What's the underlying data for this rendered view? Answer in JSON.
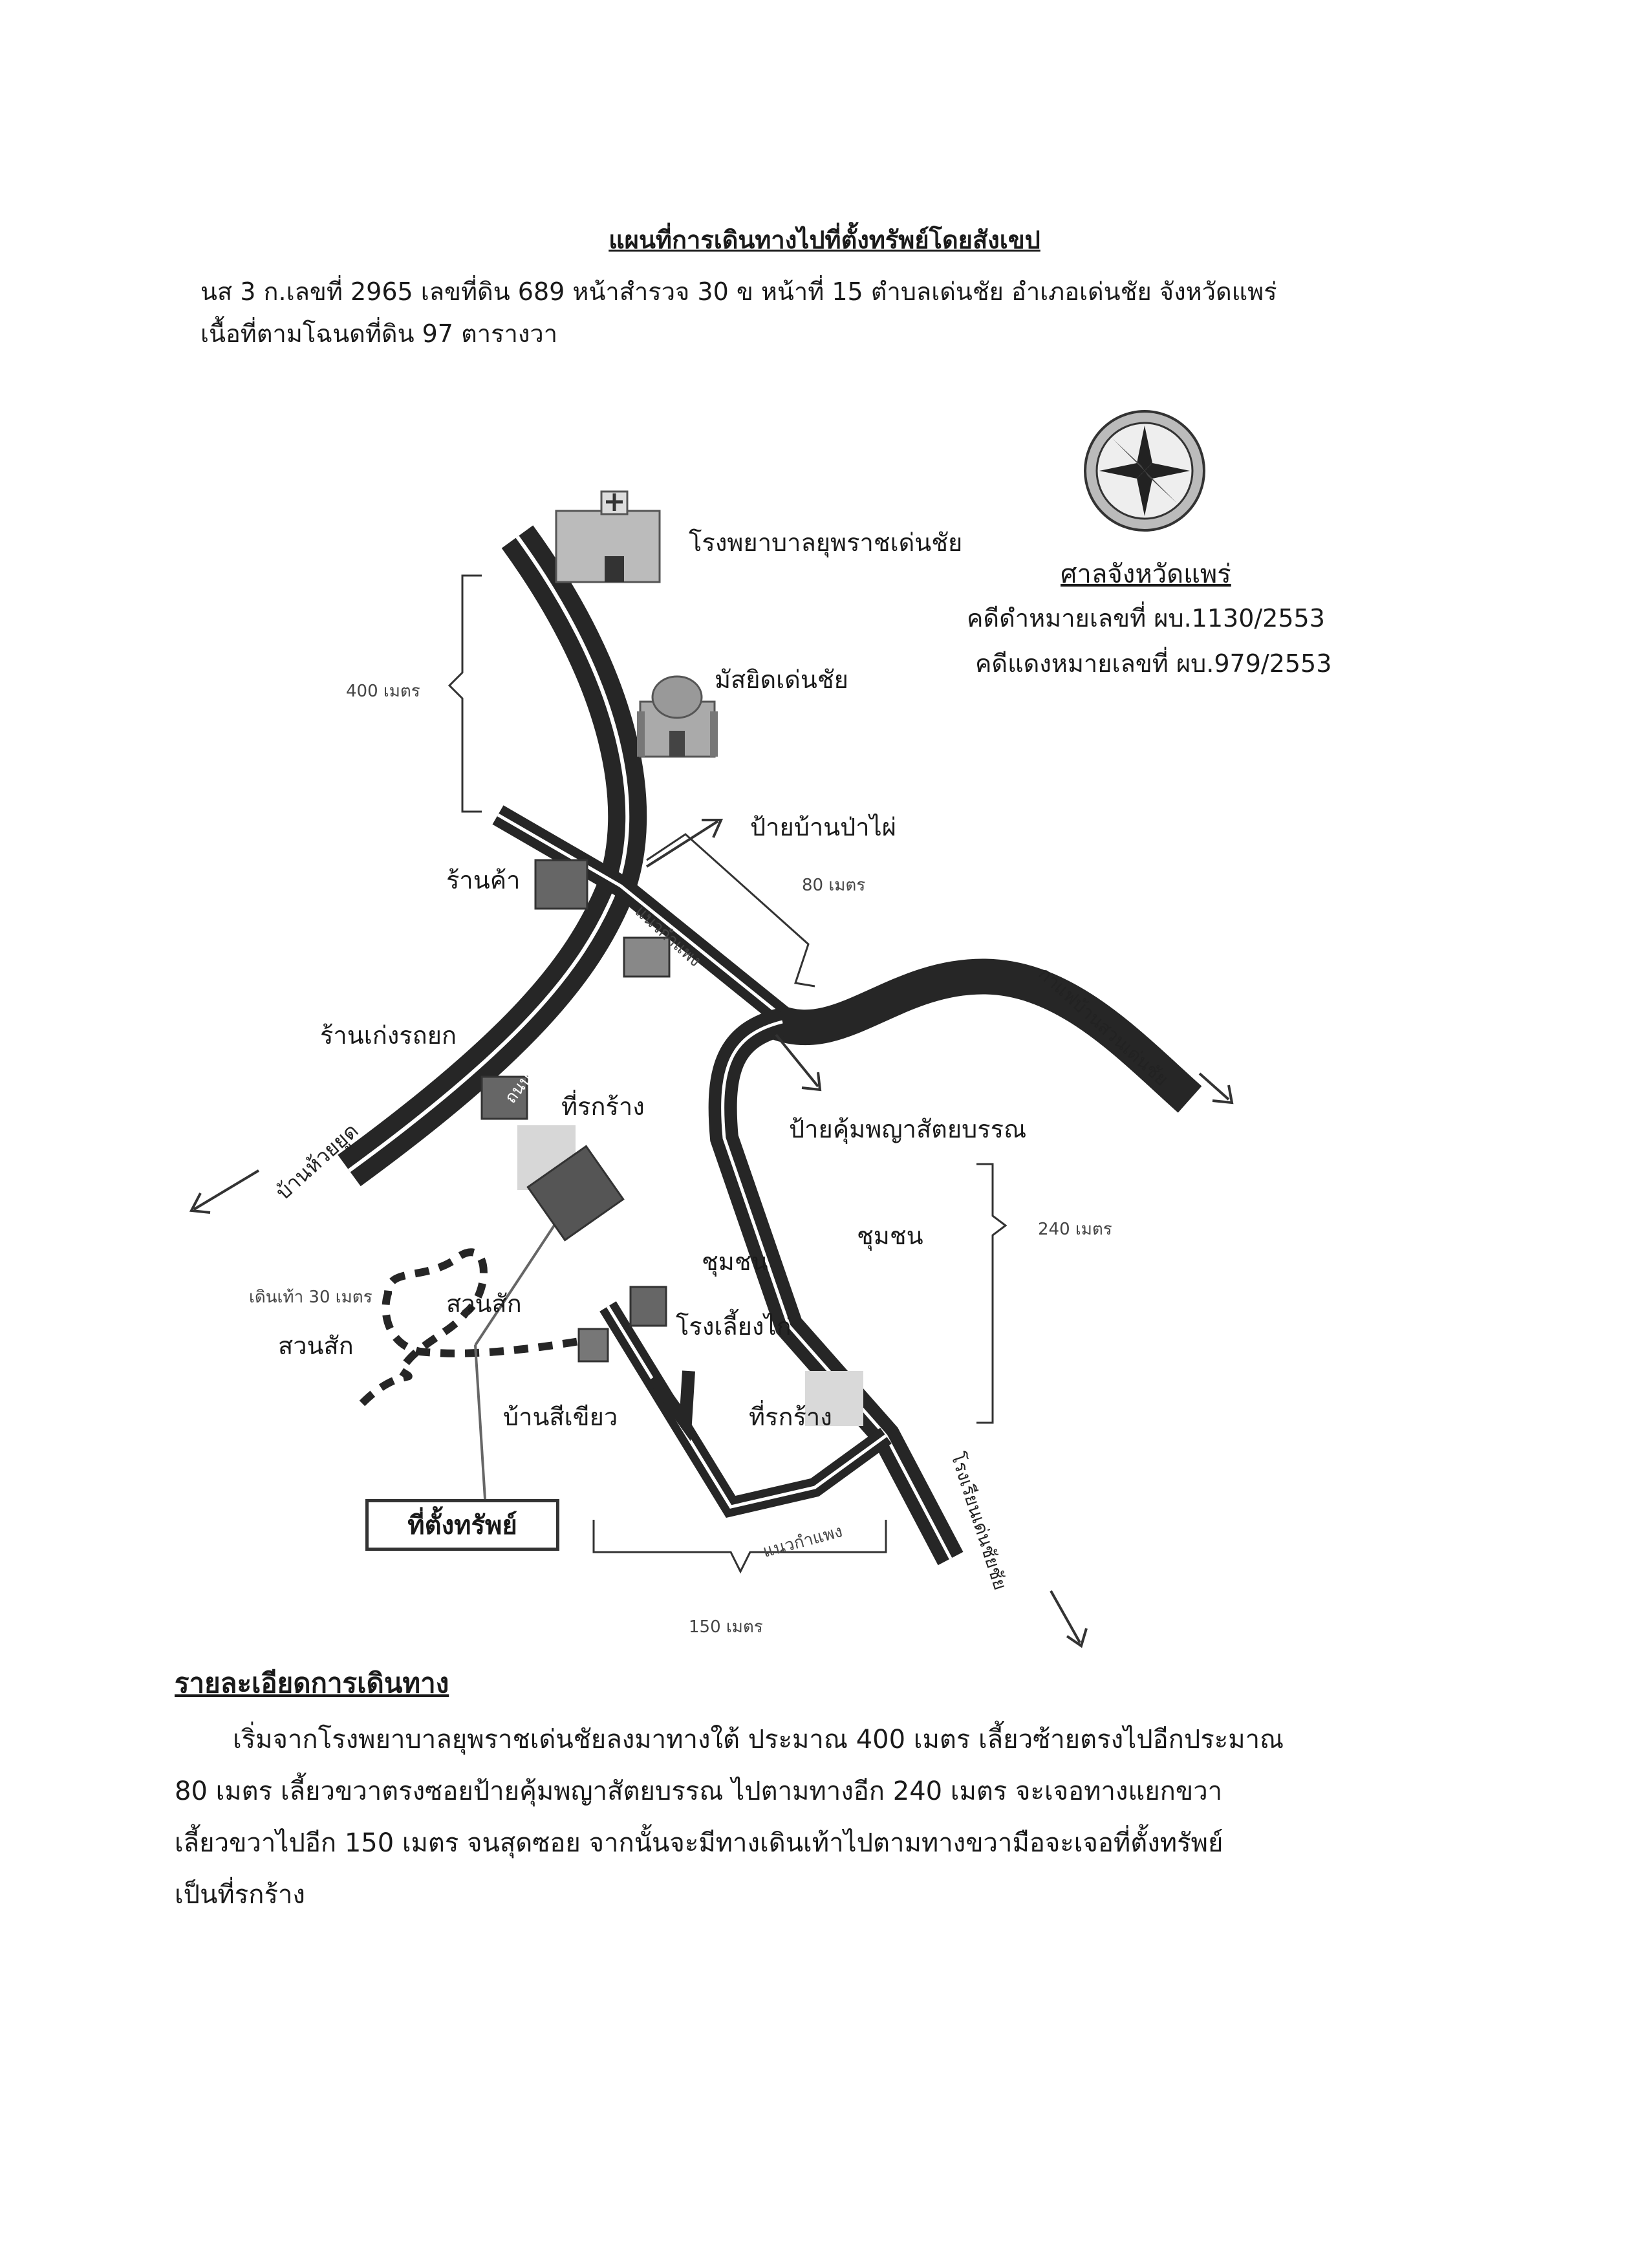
{
  "header": {
    "title": "แผนที่การเดินทางไปที่ตั้งทรัพย์โดยสังเขป",
    "line1": "นส 3 ก.เลขที่ 2965 เลขที่ดิน  689 หน้าสำรวจ 30 ข หน้าที่ 15 ตำบลเด่นชัย อำเภอเด่นชัย จังหวัดแพร่",
    "line2": "เนื้อที่ตามโฉนดที่ดิน 97 ตารางวา"
  },
  "court": {
    "name": "ศาลจังหวัดแพร่",
    "black_case": "คดีดำหมายเลขที่ ผบ.1130/2553",
    "red_case": "คดีแดงหมายเลขที่ ผบ.979/2553"
  },
  "map": {
    "hospital": "โรงพยาบาลยุพราชเด่นชัย",
    "mosque": "มัสยิดเด่นชัย",
    "sign_pa_phai": "ป้ายบ้านป่าไผ่",
    "shop": "ร้านค้า",
    "shop_garage": "ร้านเก่งรถยก",
    "empty_land_1": "ที่รกร้าง",
    "empty_land_2": "ที่รกร้าง",
    "sign_khum": "ป้ายคุ้มพญาสัตยบรรณ",
    "community_1": "ชุมชน",
    "community_2": "ชุมชน",
    "teak_1": "สวนสัก",
    "teak_2": "สวนสัก",
    "walk": "เดินเท้า 30 เมตร",
    "chicken_farm": "โรงเลี้ยงไก่",
    "green_house": "บ้านสีเขียว",
    "property": "ที่ตั้งทรัพย์",
    "dist_400": "400 เมตร",
    "dist_80": "80 เมตร",
    "dist_240": "240 เมตร",
    "dist_150": "150 เมตร",
    "road_101": "ถนนหมายเลข 101",
    "wall_1": "แนวกำแพง",
    "wall_2": "แนวกำแพง",
    "to_huai_yang": "บ้านห้วยยูด",
    "to_cafe": "กาแฟบ้านสวนเด่นชัย",
    "to_school": "โรงเรียนเด่นชัยชัย"
  },
  "directions": {
    "title": "รายละเอียดการเดินทาง",
    "line1": "เริ่มจากโรงพยาบาลยุพราชเด่นชัยลงมาทางใต้ ประมาณ 400 เมตร เลี้ยวซ้ายตรงไปอีกประมาณ",
    "line2": "80 เมตร เลี้ยวขวาตรงซอยป้ายคุ้มพญาสัตยบรรณ ไปตามทางอีก 240 เมตร จะเจอทางแยกขวา",
    "line3": "เลี้ยวขวาไปอีก 150 เมตร จนสุดซอย จากนั้นจะมีทางเดินเท้าไปตามทางขวามือจะเจอที่ตั้งทรัพย์",
    "line4": "เป็นที่รกร้าง"
  }
}
